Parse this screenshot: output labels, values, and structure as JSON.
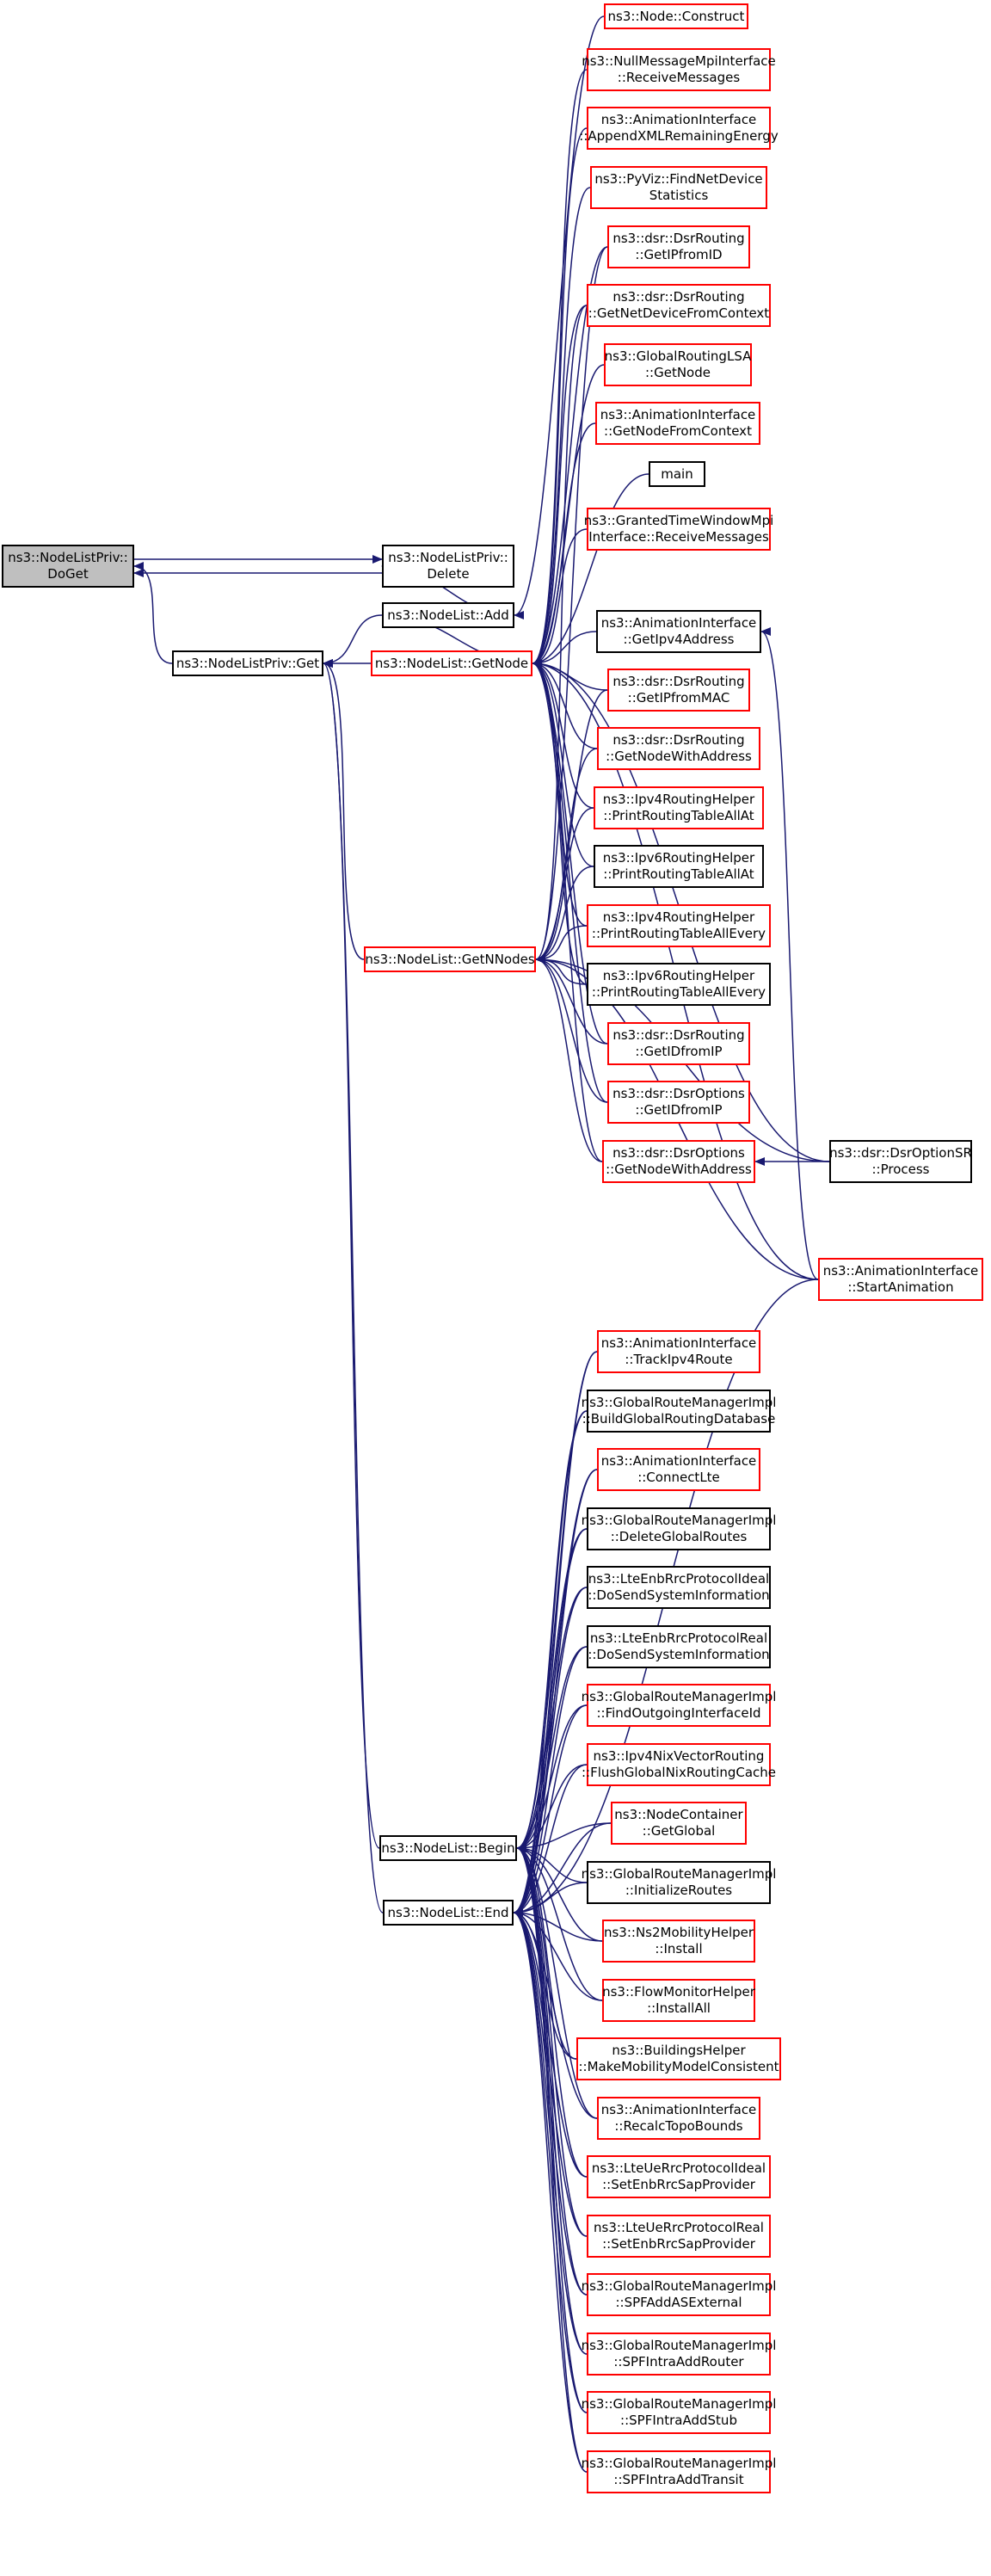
{
  "colors": {
    "edge": "#191970",
    "red_border": "#ff0000",
    "black_border": "#000000",
    "focus_fill": "#bfbfbf"
  },
  "nodes": [
    {
      "id": "doget",
      "lines": [
        "ns3::NodeListPriv::",
        "DoGet"
      ],
      "border": "black",
      "focus": true
    },
    {
      "id": "priv_delete",
      "lines": [
        "ns3::NodeListPriv::",
        "Delete"
      ],
      "border": "black"
    },
    {
      "id": "priv_get",
      "lines": [
        "ns3::NodeListPriv::Get"
      ],
      "border": "black"
    },
    {
      "id": "nl_add",
      "lines": [
        "ns3::NodeList::Add"
      ],
      "border": "black"
    },
    {
      "id": "nl_getnode",
      "lines": [
        "ns3::NodeList::GetNode"
      ],
      "border": "red"
    },
    {
      "id": "nl_getnnodes",
      "lines": [
        "ns3::NodeList::GetNNodes"
      ],
      "border": "red"
    },
    {
      "id": "nl_begin",
      "lines": [
        "ns3::NodeList::Begin"
      ],
      "border": "black"
    },
    {
      "id": "nl_end",
      "lines": [
        "ns3::NodeList::End"
      ],
      "border": "black"
    },
    {
      "id": "node_construct",
      "lines": [
        "ns3::Node::Construct"
      ],
      "border": "red"
    },
    {
      "id": "nullmsg",
      "lines": [
        "ns3::NullMessageMpiInterface",
        "::ReceiveMessages"
      ],
      "border": "red"
    },
    {
      "id": "anim_appendxml",
      "lines": [
        "ns3::AnimationInterface",
        "::AppendXMLRemainingEnergy"
      ],
      "border": "red"
    },
    {
      "id": "pyviz",
      "lines": [
        "ns3::PyViz::FindNetDevice",
        "Statistics"
      ],
      "border": "red"
    },
    {
      "id": "dsr_getipfromid",
      "lines": [
        "ns3::dsr::DsrRouting",
        "::GetIPfromID"
      ],
      "border": "red"
    },
    {
      "id": "dsr_getnetdev",
      "lines": [
        "ns3::dsr::DsrRouting",
        "::GetNetDeviceFromContext"
      ],
      "border": "red"
    },
    {
      "id": "globallsa",
      "lines": [
        "ns3::GlobalRoutingLSA",
        "::GetNode"
      ],
      "border": "red"
    },
    {
      "id": "anim_getnodectx",
      "lines": [
        "ns3::AnimationInterface",
        "::GetNodeFromContext"
      ],
      "border": "red"
    },
    {
      "id": "main",
      "lines": [
        "main"
      ],
      "border": "black"
    },
    {
      "id": "granted",
      "lines": [
        "ns3::GrantedTimeWindowMpi",
        "Interface::ReceiveMessages"
      ],
      "border": "red"
    },
    {
      "id": "anim_getipv4",
      "lines": [
        "ns3::AnimationInterface",
        "::GetIpv4Address"
      ],
      "border": "black"
    },
    {
      "id": "dsr_getipfrommac",
      "lines": [
        "ns3::dsr::DsrRouting",
        "::GetIPfromMAC"
      ],
      "border": "red"
    },
    {
      "id": "dsr_getnodewithaddr",
      "lines": [
        "ns3::dsr::DsrRouting",
        "::GetNodeWithAddress"
      ],
      "border": "red"
    },
    {
      "id": "ipv4_printall_at",
      "lines": [
        "ns3::Ipv4RoutingHelper",
        "::PrintRoutingTableAllAt"
      ],
      "border": "red"
    },
    {
      "id": "ipv6_printall_at",
      "lines": [
        "ns3::Ipv6RoutingHelper",
        "::PrintRoutingTableAllAt"
      ],
      "border": "black"
    },
    {
      "id": "ipv4_printall_every",
      "lines": [
        "ns3::Ipv4RoutingHelper",
        "::PrintRoutingTableAllEvery"
      ],
      "border": "red"
    },
    {
      "id": "ipv6_printall_every",
      "lines": [
        "ns3::Ipv6RoutingHelper",
        "::PrintRoutingTableAllEvery"
      ],
      "border": "black"
    },
    {
      "id": "dsr_getidfromip",
      "lines": [
        "ns3::dsr::DsrRouting",
        "::GetIDfromIP"
      ],
      "border": "red"
    },
    {
      "id": "dsropt_getidfromip",
      "lines": [
        "ns3::dsr::DsrOptions",
        "::GetIDfromIP"
      ],
      "border": "red"
    },
    {
      "id": "dsropt_getnodewithaddr",
      "lines": [
        "ns3::dsr::DsrOptions",
        "::GetNodeWithAddress"
      ],
      "border": "red"
    },
    {
      "id": "dsroptsr_process",
      "lines": [
        "ns3::dsr::DsrOptionSR",
        "::Process"
      ],
      "border": "black"
    },
    {
      "id": "anim_start",
      "lines": [
        "ns3::AnimationInterface",
        "::StartAnimation"
      ],
      "border": "red"
    },
    {
      "id": "anim_trackipv4",
      "lines": [
        "ns3::AnimationInterface",
        "::TrackIpv4Route"
      ],
      "border": "red"
    },
    {
      "id": "grm_builddb",
      "lines": [
        "ns3::GlobalRouteManagerImpl",
        "::BuildGlobalRoutingDatabase"
      ],
      "border": "black"
    },
    {
      "id": "anim_connectlte",
      "lines": [
        "ns3::AnimationInterface",
        "::ConnectLte"
      ],
      "border": "red"
    },
    {
      "id": "grm_deleteroutes",
      "lines": [
        "ns3::GlobalRouteManagerImpl",
        "::DeleteGlobalRoutes"
      ],
      "border": "black"
    },
    {
      "id": "lteenb_ideal",
      "lines": [
        "ns3::LteEnbRrcProtocolIdeal",
        "::DoSendSystemInformation"
      ],
      "border": "black"
    },
    {
      "id": "lteenb_real",
      "lines": [
        "ns3::LteEnbRrcProtocolReal",
        "::DoSendSystemInformation"
      ],
      "border": "black"
    },
    {
      "id": "grm_findoutgoing",
      "lines": [
        "ns3::GlobalRouteManagerImpl",
        "::FindOutgoingInterfaceId"
      ],
      "border": "red"
    },
    {
      "id": "nix_flush",
      "lines": [
        "ns3::Ipv4NixVectorRouting",
        "::FlushGlobalNixRoutingCache"
      ],
      "border": "red"
    },
    {
      "id": "nodecontainer_global",
      "lines": [
        "ns3::NodeContainer",
        "::GetGlobal"
      ],
      "border": "red"
    },
    {
      "id": "grm_initroutes",
      "lines": [
        "ns3::GlobalRouteManagerImpl",
        "::InitializeRoutes"
      ],
      "border": "black"
    },
    {
      "id": "ns2mob_install",
      "lines": [
        "ns3::Ns2MobilityHelper",
        "::Install"
      ],
      "border": "red"
    },
    {
      "id": "flowmon_installall",
      "lines": [
        "ns3::FlowMonitorHelper",
        "::InstallAll"
      ],
      "border": "red"
    },
    {
      "id": "buildings_mobility",
      "lines": [
        "ns3::BuildingsHelper",
        "::MakeMobilityModelConsistent"
      ],
      "border": "red"
    },
    {
      "id": "anim_recalctopo",
      "lines": [
        "ns3::AnimationInterface",
        "::RecalcTopoBounds"
      ],
      "border": "red"
    },
    {
      "id": "lteue_ideal",
      "lines": [
        "ns3::LteUeRrcProtocolIdeal",
        "::SetEnbRrcSapProvider"
      ],
      "border": "red"
    },
    {
      "id": "lteue_real",
      "lines": [
        "ns3::LteUeRrcProtocolReal",
        "::SetEnbRrcSapProvider"
      ],
      "border": "red"
    },
    {
      "id": "grm_spfaddas",
      "lines": [
        "ns3::GlobalRouteManagerImpl",
        "::SPFAddASExternal"
      ],
      "border": "red"
    },
    {
      "id": "grm_spfrouter",
      "lines": [
        "ns3::GlobalRouteManagerImpl",
        "::SPFIntraAddRouter"
      ],
      "border": "red"
    },
    {
      "id": "grm_spfstub",
      "lines": [
        "ns3::GlobalRouteManagerImpl",
        "::SPFIntraAddStub"
      ],
      "border": "red"
    },
    {
      "id": "grm_spftransit",
      "lines": [
        "ns3::GlobalRouteManagerImpl",
        "::SPFIntraAddTransit"
      ],
      "border": "red"
    }
  ],
  "edges": [
    [
      "priv_delete",
      "doget"
    ],
    [
      "doget",
      "priv_delete"
    ],
    [
      "priv_get",
      "doget"
    ],
    [
      "nl_add",
      "priv_delete"
    ],
    [
      "nl_add",
      "priv_get"
    ],
    [
      "nl_getnode",
      "priv_get"
    ],
    [
      "nl_getnnodes",
      "priv_get"
    ],
    [
      "nl_begin",
      "priv_get"
    ],
    [
      "nl_end",
      "priv_get"
    ],
    [
      "nl_getnode",
      "nl_add"
    ],
    [
      "node_construct",
      "nl_add"
    ],
    [
      "nullmsg",
      "nl_getnode"
    ],
    [
      "anim_appendxml",
      "nl_getnode"
    ],
    [
      "pyviz",
      "nl_getnode"
    ],
    [
      "dsr_getipfromid",
      "nl_getnode"
    ],
    [
      "dsr_getnetdev",
      "nl_getnode"
    ],
    [
      "globallsa",
      "nl_getnode"
    ],
    [
      "anim_getnodectx",
      "nl_getnode"
    ],
    [
      "main",
      "nl_getnode"
    ],
    [
      "granted",
      "nl_getnode"
    ],
    [
      "anim_getipv4",
      "nl_getnode"
    ],
    [
      "dsr_getipfrommac",
      "nl_getnode"
    ],
    [
      "dsr_getnodewithaddr",
      "nl_getnode"
    ],
    [
      "ipv4_printall_at",
      "nl_getnode"
    ],
    [
      "ipv6_printall_at",
      "nl_getnode"
    ],
    [
      "ipv4_printall_every",
      "nl_getnode"
    ],
    [
      "ipv6_printall_every",
      "nl_getnode"
    ],
    [
      "dsr_getidfromip",
      "nl_getnode"
    ],
    [
      "dsropt_getidfromip",
      "nl_getnode"
    ],
    [
      "dsropt_getnodewithaddr",
      "nl_getnode"
    ],
    [
      "dsroptsr_process",
      "nl_getnode"
    ],
    [
      "anim_start",
      "nl_getnode"
    ],
    [
      "dsr_getipfromid",
      "nl_getnnodes"
    ],
    [
      "dsr_getnetdev",
      "nl_getnnodes"
    ],
    [
      "dsr_getipfrommac",
      "nl_getnnodes"
    ],
    [
      "dsr_getnodewithaddr",
      "nl_getnnodes"
    ],
    [
      "ipv4_printall_at",
      "nl_getnnodes"
    ],
    [
      "ipv6_printall_at",
      "nl_getnnodes"
    ],
    [
      "ipv4_printall_every",
      "nl_getnnodes"
    ],
    [
      "ipv6_printall_every",
      "nl_getnnodes"
    ],
    [
      "dsr_getidfromip",
      "nl_getnnodes"
    ],
    [
      "dsropt_getidfromip",
      "nl_getnnodes"
    ],
    [
      "dsropt_getnodewithaddr",
      "nl_getnnodes"
    ],
    [
      "dsroptsr_process",
      "nl_getnnodes"
    ],
    [
      "anim_start",
      "nl_getnnodes"
    ],
    [
      "dsroptsr_process",
      "dsropt_getnodewithaddr"
    ],
    [
      "anim_start",
      "anim_getipv4"
    ],
    [
      "anim_start",
      "nl_end"
    ],
    [
      "anim_trackipv4",
      "nl_begin"
    ],
    [
      "grm_builddb",
      "nl_begin"
    ],
    [
      "anim_connectlte",
      "nl_begin"
    ],
    [
      "grm_deleteroutes",
      "nl_begin"
    ],
    [
      "lteenb_ideal",
      "nl_begin"
    ],
    [
      "lteenb_real",
      "nl_begin"
    ],
    [
      "grm_findoutgoing",
      "nl_begin"
    ],
    [
      "nix_flush",
      "nl_begin"
    ],
    [
      "nodecontainer_global",
      "nl_begin"
    ],
    [
      "grm_initroutes",
      "nl_begin"
    ],
    [
      "ns2mob_install",
      "nl_begin"
    ],
    [
      "flowmon_installall",
      "nl_begin"
    ],
    [
      "buildings_mobility",
      "nl_begin"
    ],
    [
      "anim_recalctopo",
      "nl_begin"
    ],
    [
      "lteue_ideal",
      "nl_begin"
    ],
    [
      "lteue_real",
      "nl_begin"
    ],
    [
      "grm_spfaddas",
      "nl_begin"
    ],
    [
      "grm_spfrouter",
      "nl_begin"
    ],
    [
      "grm_spfstub",
      "nl_begin"
    ],
    [
      "grm_spftransit",
      "nl_begin"
    ],
    [
      "anim_trackipv4",
      "nl_end"
    ],
    [
      "grm_builddb",
      "nl_end"
    ],
    [
      "anim_connectlte",
      "nl_end"
    ],
    [
      "grm_deleteroutes",
      "nl_end"
    ],
    [
      "lteenb_ideal",
      "nl_end"
    ],
    [
      "lteenb_real",
      "nl_end"
    ],
    [
      "grm_findoutgoing",
      "nl_end"
    ],
    [
      "nix_flush",
      "nl_end"
    ],
    [
      "nodecontainer_global",
      "nl_end"
    ],
    [
      "grm_initroutes",
      "nl_end"
    ],
    [
      "ns2mob_install",
      "nl_end"
    ],
    [
      "flowmon_installall",
      "nl_end"
    ],
    [
      "buildings_mobility",
      "nl_end"
    ],
    [
      "anim_recalctopo",
      "nl_end"
    ],
    [
      "lteue_ideal",
      "nl_end"
    ],
    [
      "lteue_real",
      "nl_end"
    ],
    [
      "grm_spfaddas",
      "nl_end"
    ],
    [
      "grm_spfrouter",
      "nl_end"
    ],
    [
      "grm_spfstub",
      "nl_end"
    ],
    [
      "grm_spftransit",
      "nl_end"
    ]
  ]
}
